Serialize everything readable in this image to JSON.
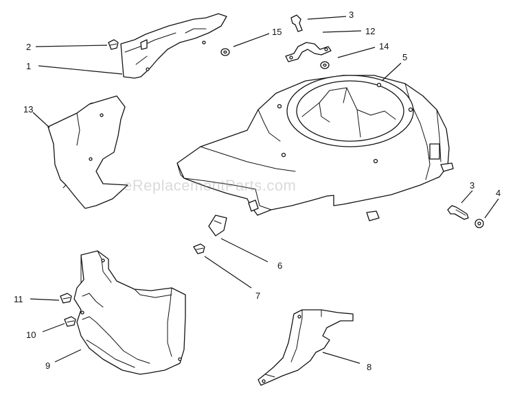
{
  "watermark": "eReplacementParts.com",
  "callouts": {
    "c1": "1",
    "c2": "2",
    "c3a": "3",
    "c3b": "3",
    "c4": "4",
    "c5": "5",
    "c6": "6",
    "c7": "7",
    "c8": "8",
    "c9": "9",
    "c10": "10",
    "c11": "11",
    "c12": "12",
    "c13": "13",
    "c14": "14",
    "c15": "15"
  }
}
